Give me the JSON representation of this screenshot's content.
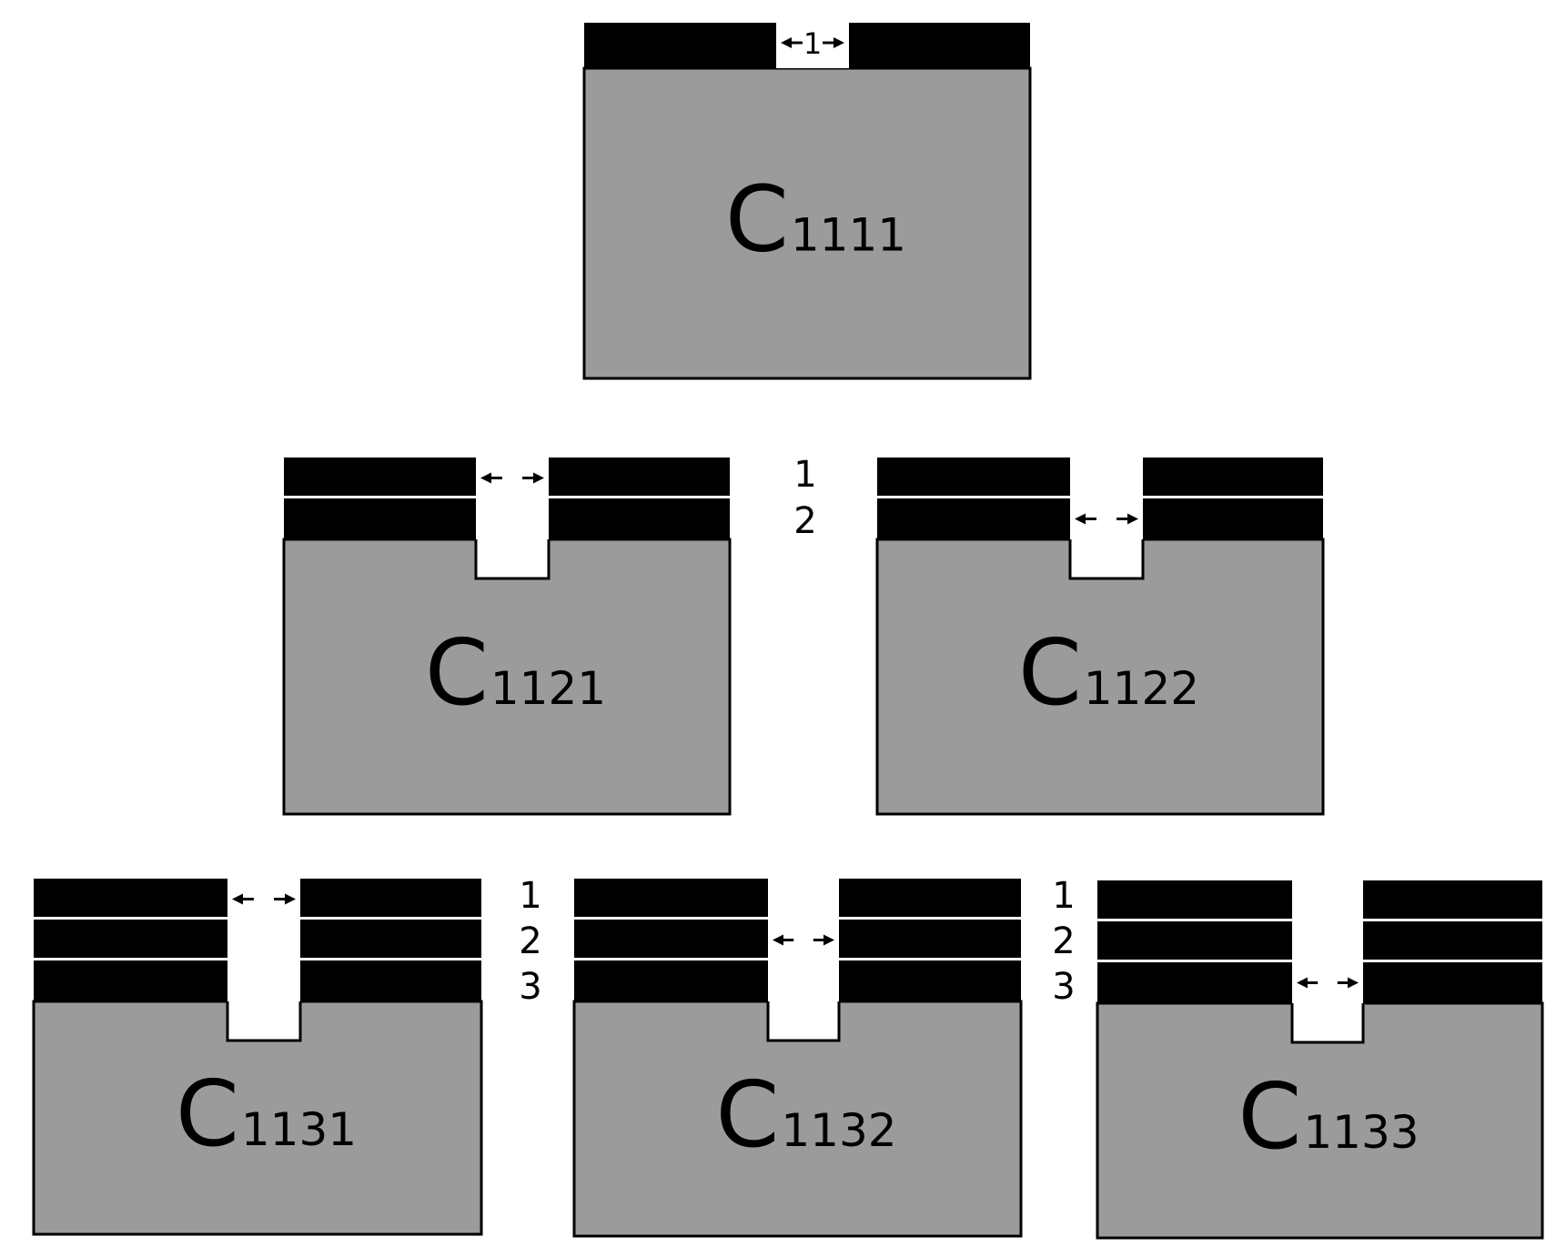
{
  "colors": {
    "substrate": "#9b9b9b",
    "layer": "#000000",
    "background": "#ffffff",
    "separator": "#ffffff"
  },
  "diagrams": [
    {
      "id": "c1111",
      "prefix": "C",
      "subscript": "1111",
      "layers": 1,
      "gap_level": 1,
      "gap_label": "1"
    },
    {
      "id": "c1121",
      "prefix": "C",
      "subscript": "1121",
      "layers": 2,
      "gap_level": 1,
      "gap_label": ""
    },
    {
      "id": "c1122",
      "prefix": "C",
      "subscript": "1122",
      "layers": 2,
      "gap_level": 2,
      "gap_label": ""
    },
    {
      "id": "c1131",
      "prefix": "C",
      "subscript": "1131",
      "layers": 3,
      "gap_level": 1,
      "gap_label": ""
    },
    {
      "id": "c1132",
      "prefix": "C",
      "subscript": "1132",
      "layers": 3,
      "gap_level": 2,
      "gap_label": ""
    },
    {
      "id": "c1133",
      "prefix": "C",
      "subscript": "1133",
      "layers": 3,
      "gap_level": 3,
      "gap_label": ""
    }
  ],
  "row_labels": [
    {
      "id": "row2",
      "labels": [
        "1",
        "2"
      ]
    },
    {
      "id": "row3a",
      "labels": [
        "1",
        "2",
        "3"
      ]
    },
    {
      "id": "row3b",
      "labels": [
        "1",
        "2",
        "3"
      ]
    }
  ]
}
